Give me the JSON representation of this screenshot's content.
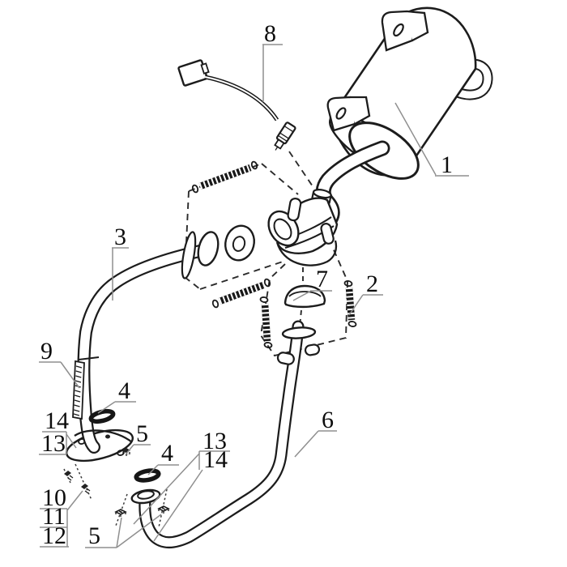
{
  "diagram": {
    "kind": "exploded-parts-diagram",
    "subject": "exhaust-system",
    "background_color": "#ffffff",
    "line_color": "#1c1c1c",
    "leader_color": "#8f8f8f",
    "label_color": "#0d0d0d",
    "callouts": [
      {
        "text": "8"
      },
      {
        "text": "1"
      },
      {
        "text": "3"
      },
      {
        "text": "2"
      },
      {
        "text": "7"
      },
      {
        "text": "9"
      },
      {
        "text": "4"
      },
      {
        "text": "14"
      },
      {
        "text": "13"
      },
      {
        "text": "5"
      },
      {
        "text": "4"
      },
      {
        "text": "13"
      },
      {
        "text": "14"
      },
      {
        "text": "6"
      },
      {
        "text": "10"
      },
      {
        "text": "11"
      },
      {
        "text": "12"
      },
      {
        "text": "5"
      }
    ]
  }
}
